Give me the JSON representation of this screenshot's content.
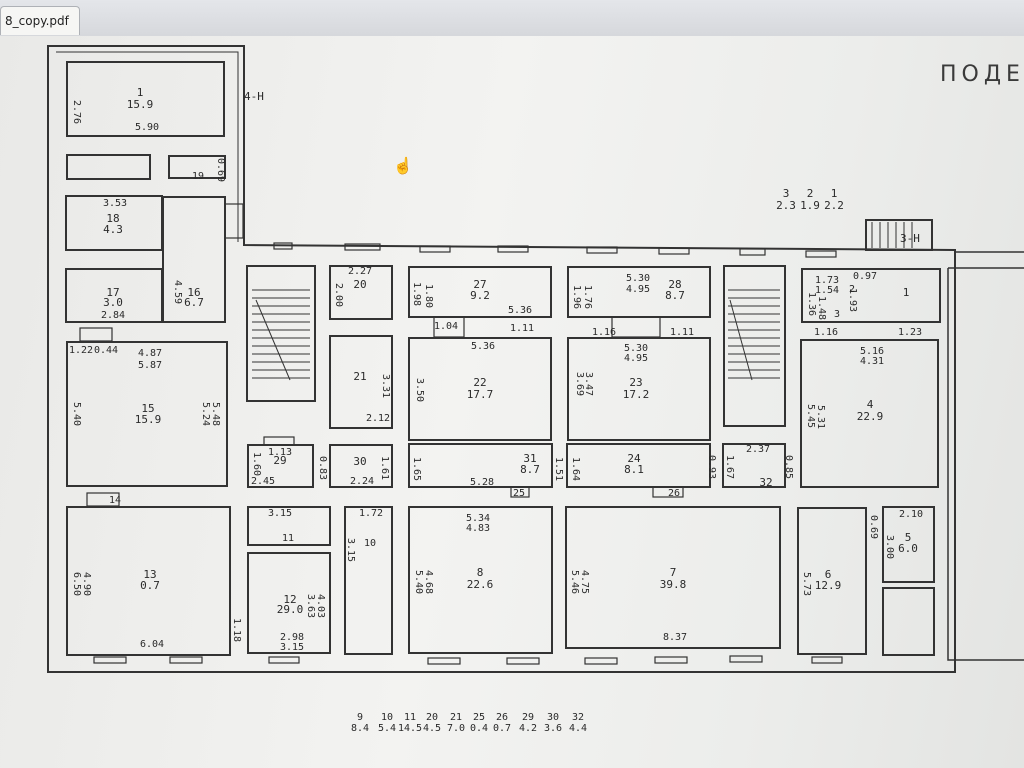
{
  "window": {
    "tab_title": "8_copy.pdf"
  },
  "plan": {
    "heading": "ПОДЕ",
    "entry_left": "4-Н",
    "entry_right": "3-Н",
    "top_markers": [
      {
        "n": "3",
        "v": "2.3"
      },
      {
        "n": "2",
        "v": "1.9"
      },
      {
        "n": "1",
        "v": "2.2"
      }
    ],
    "rooms": {
      "r1": {
        "n": "1",
        "area": "15.9"
      },
      "r18": {
        "n": "18",
        "area": "4.3"
      },
      "r17": {
        "n": "17",
        "area": "3.0"
      },
      "r16": {
        "n": "16",
        "area": "6.7"
      },
      "r15": {
        "n": "15",
        "area": "15.9"
      },
      "r13": {
        "n": "13",
        "area": "0.7"
      },
      "r12": {
        "n": "12",
        "area": "29.0"
      },
      "r20": {
        "n": "20"
      },
      "r21": {
        "n": "21"
      },
      "r27": {
        "n": "27",
        "area": "9.2"
      },
      "r22": {
        "n": "22",
        "area": "17.7"
      },
      "r28": {
        "n": "28",
        "area": "8.7"
      },
      "r23": {
        "n": "23",
        "area": "17.2"
      },
      "r4": {
        "n": "4",
        "area": "22.9"
      },
      "r29": {
        "n": "29"
      },
      "r30": {
        "n": "30"
      },
      "r31": {
        "n": "31",
        "area": "8.7"
      },
      "r24": {
        "n": "24",
        "area": "8.1"
      },
      "r32": {
        "n": "32"
      },
      "r8": {
        "n": "8",
        "area": "22.6"
      },
      "r7": {
        "n": "7",
        "area": "39.8"
      },
      "r6": {
        "n": "6",
        "area": "12.9"
      },
      "r5": {
        "n": "5",
        "area": "6.0"
      },
      "rr1": {
        "n": "1"
      },
      "r3": {
        "n": "3"
      },
      "r2": {
        "n": "2"
      },
      "r19": {
        "n": "19"
      },
      "r11": {
        "n": "11"
      },
      "r10": {
        "n": "10"
      },
      "r14": {
        "n": "14"
      },
      "r25": {
        "n": "25"
      },
      "r26": {
        "n": "26"
      }
    },
    "dims": {
      "d_276": "2.76",
      "d_590": "5.90",
      "d_353": "3.53",
      "d_284": "2.84",
      "d_459": "4.59",
      "d_069": "0.69",
      "d_122": "1.22",
      "d_044": "0.44",
      "d_487": "4.87",
      "d_587": "5.87",
      "d_540": "5.40",
      "d_524": "5.24",
      "d_548": "5.48",
      "d_113": "1.13",
      "d_245": "2.45",
      "d_160": "1.60",
      "d_083": "0.83",
      "d_224": "2.24",
      "d_161": "1.61",
      "d_227": "2.27",
      "d_200": "2.00",
      "d_212": "2.12",
      "d_331": "3.31",
      "d_198": "1.98",
      "d_180": "1.80",
      "d_536a": "5.36",
      "d_536b": "5.36",
      "d_104": "1.04",
      "d_111a": "1.11",
      "d_350": "3.50",
      "d_165": "1.65",
      "d_528": "5.28",
      "d_151": "1.51",
      "d_530a": "5.30",
      "d_495a": "4.95",
      "d_196": "1.96",
      "d_176": "1.76",
      "d_116a": "1.16",
      "d_111b": "1.11",
      "d_530b": "5.30",
      "d_495b": "4.95",
      "d_369": "3.69",
      "d_347": "3.47",
      "d_164": "1.64",
      "d_093": "0.93",
      "d_167": "1.67",
      "d_237": "2.37",
      "d_085": "0.85",
      "d_173": "1.73",
      "d_154": "1.54",
      "d_136": "1.36",
      "d_148": "1.48",
      "d_193": "1.93",
      "d_097": "0.97",
      "d_116b": "1.16",
      "d_123": "1.23",
      "d_516": "5.16",
      "d_431": "4.31",
      "d_545": "5.45",
      "d_531": "5.31",
      "d_650": "6.50",
      "d_490": "4.90",
      "d_604": "6.04",
      "d_118": "1.18",
      "d_315a": "3.15",
      "d_172": "1.72",
      "d_315b": "3.15",
      "d_363": "3.63",
      "d_403": "4.03",
      "d_298": "2.98",
      "d_315c": "3.15",
      "d_534": "5.34",
      "d_483": "4.83",
      "d_5402": "5.40",
      "d_468": "4.68",
      "d_546": "5.46",
      "d_475": "4.75",
      "d_837": "8.37",
      "d_573": "5.73",
      "d_069b": "0.69",
      "d_210": "2.10",
      "d_300": "3.00"
    },
    "legend": [
      {
        "n": "9",
        "v": "8.4"
      },
      {
        "n": "10",
        "v": "5.4"
      },
      {
        "n": "11",
        "v": "14.5"
      },
      {
        "n": "20",
        "v": "4.5"
      },
      {
        "n": "21",
        "v": "7.0"
      },
      {
        "n": "25",
        "v": "0.4"
      },
      {
        "n": "26",
        "v": "0.7"
      },
      {
        "n": "29",
        "v": "4.2"
      },
      {
        "n": "30",
        "v": "3.6"
      },
      {
        "n": "32",
        "v": "4.4"
      }
    ]
  }
}
